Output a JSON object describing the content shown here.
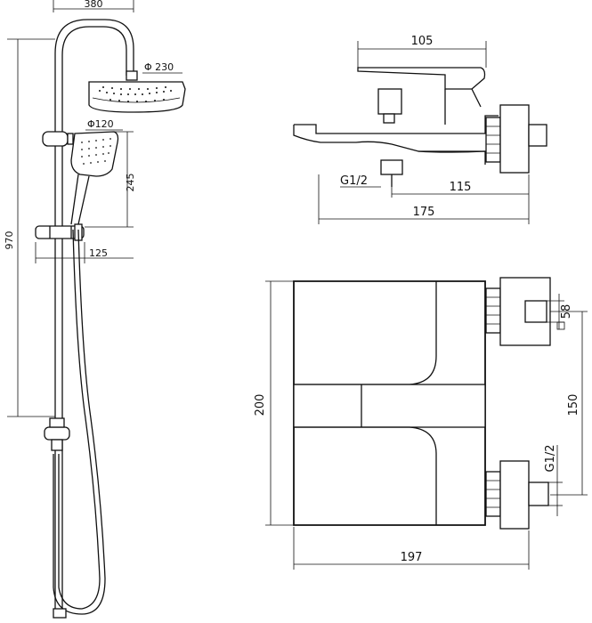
{
  "shower_column": {
    "width": "380",
    "head_diameter": "Φ 230",
    "hand_diameter": "Φ120",
    "hand_height": "245",
    "total_height": "970",
    "offset": "125"
  },
  "mixer_side": {
    "handle_width": "105",
    "thread": "G1/2",
    "outlet_offset": "115",
    "depth": "175"
  },
  "mixer_front": {
    "height": "200",
    "width": "197",
    "center_distance": "150",
    "thread": "G1/2",
    "nut_size": "58"
  }
}
